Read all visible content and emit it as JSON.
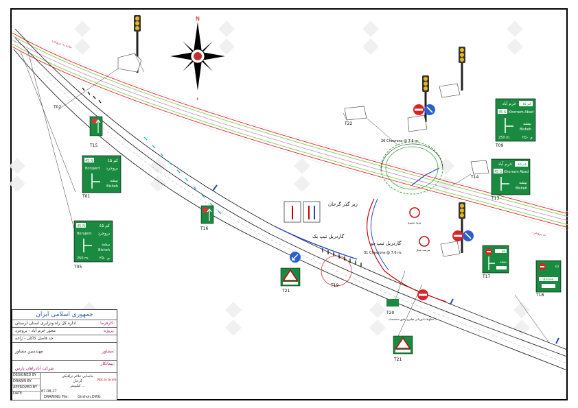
{
  "compass": {
    "north_letter": "N"
  },
  "signs": {
    "T01": {
      "tag": "T01",
      "km": "45 N",
      "dist": "٤۵ کم",
      "city1_en": "Borujerd",
      "city1_fa": "بروجرد",
      "city2_fa": "بیشه",
      "city2_en": "Bisheh"
    },
    "T05": {
      "tag": "T05",
      "km": "45 N",
      "dist": "٤۵ کم",
      "city1_en": "Borujerd",
      "city1_fa": "بروجرد",
      "city2_fa": "بیشه",
      "city2_en": "Bisheh",
      "bottom_left": "250 m.",
      "bottom_right": "۲۵۰ م"
    },
    "T09": {
      "tag": "T09",
      "title_fa": "خرم آباد",
      "dist": "٤۵ کم",
      "km": "45 S",
      "title_en": "Khorram Abad",
      "city2_fa": "بیشه",
      "city2_en": "Bisheh",
      "bottom_left": "250 m.",
      "bottom_right": "۲۵۰ م"
    },
    "T13": {
      "tag": "T13",
      "title_fa": "خرم آباد",
      "dist": "٤۵ کم",
      "km": "45 S",
      "title_en": "Khorram Abad",
      "city2_fa": "بیشه",
      "city2_en": "Bisheh"
    },
    "T17": {
      "tag": "T17",
      "dist": "٤۵",
      "label": "بیشه"
    },
    "T18": {
      "tag": "T18",
      "dist": "٤۵",
      "label": "Bisheh"
    }
  },
  "tags": {
    "t02": "T02",
    "t15": "T15",
    "t16": "T16",
    "t19": "T19",
    "t20": "T20",
    "t21a": "T21",
    "t21b": "T21",
    "t22": "T22",
    "t14": "T14"
  },
  "annotations": {
    "chevrons_top": "26 Chevrons @ 7.6 m.",
    "chevrons_bottom": "31 Chevrons @ 7.6 m.",
    "guardrail_1": "گاردریل تیپ یک",
    "guardrail_2": "گاردریل تیپ دو",
    "underpass": "زیر گذر گرجان",
    "no_entry_note": "ورود ممنوع",
    "speed_note": "سرعت مجاز",
    "long_note": "خطوط دانوردانی فیلتری طبق مشخصات ...",
    "road_top": "جاده به بروجرد",
    "road_right": "به بروجرد"
  },
  "title_block": {
    "header": "جمهوری اسلامی ایران",
    "employer_label": "کارفرما:",
    "employer": "اداره کل راه وترابری استان لرستان",
    "project_label": "پروژه:",
    "project": "محور خرم آباد - بروجرد",
    "section": "حد فاصل کاکان - زاغه",
    "consultant_label": "مشاور:",
    "consultant": "مهندسین مشاور",
    "contractor_label": "پیمانکار:",
    "contractor": "شرکت آبادراهان پارس",
    "sheet_title_1": "جانمایی علائم ترافیکی",
    "sheet_title_2": "گرجان",
    "sheet_title_3": "کیلومتر ...",
    "designed": "DESIGNED BY",
    "drawn": "DRAWN BY",
    "approved": "APPROVED BY",
    "date_label": "DATE",
    "date": "87-08-27",
    "scale": "Not to Scale",
    "file_label": "DRAWING File:",
    "file": "Girshon.DWG"
  }
}
